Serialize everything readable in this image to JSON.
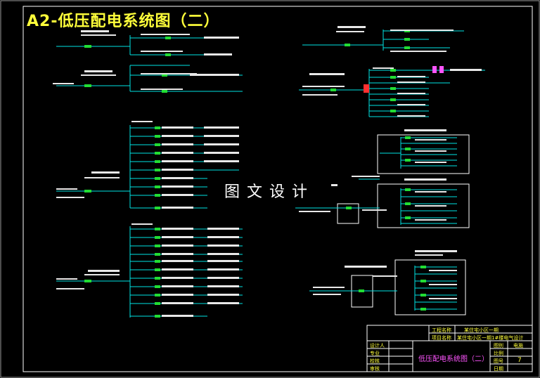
{
  "drawing": {
    "title": "A2-低压配电系统图（二）",
    "watermark": "图文设计"
  },
  "title_block": {
    "labels_right": [
      "工程名称",
      "项目名称",
      "图别",
      "比例",
      "图号",
      "日期"
    ],
    "values_right": [
      "某住宅小区一期",
      "某住宅小区一期1#楼电气设计",
      "电施",
      "",
      "7",
      ""
    ],
    "labels_left": [
      "设计人",
      "专业",
      "校核",
      "审核"
    ],
    "drawing_name": "低压配电系统图（二）"
  },
  "colors": {
    "frame": "#ffffff",
    "text_yellow": "#ffff3a",
    "line_cyan": "#00e5e5",
    "breaker_green": "#22dd33",
    "accent_red": "#ff3030",
    "accent_magenta": "#ff55ff"
  }
}
